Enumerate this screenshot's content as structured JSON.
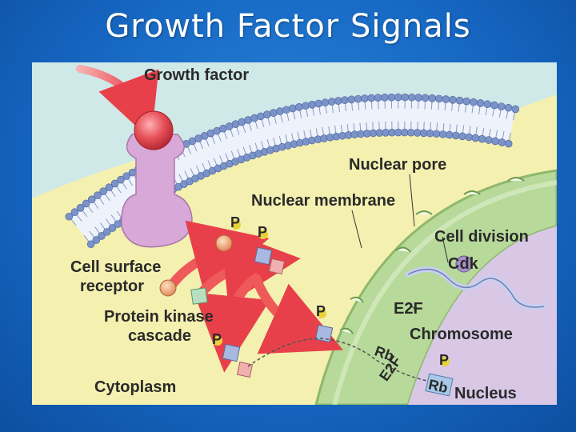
{
  "slide": {
    "title": "Growth Factor Signals"
  },
  "labels": {
    "growth_factor": "Growth factor",
    "nuclear_pore": "Nuclear pore",
    "nuclear_membrane": "Nuclear membrane",
    "cell_division": "Cell division",
    "cdk": "Cdk",
    "cell_surface_receptor_1": "Cell surface",
    "cell_surface_receptor_2": "receptor",
    "protein_kinase_1": "Protein kinase",
    "protein_kinase_2": "cascade",
    "e2f": "E2F",
    "chromosome": "Chromosome",
    "rb": "Rb",
    "rb_e2f_1": "Rb",
    "rb_e2f_2": "E2F",
    "cytoplasm": "Cytoplasm",
    "nucleus": "Nucleus",
    "phosphate": "P"
  },
  "colors": {
    "background": "#1565c0",
    "extracellular": "#cfe8e8",
    "cytoplasm": "#f4f0b0",
    "membrane_head": "#7a93c8",
    "nuclear_envelope": "#b7d99a",
    "nucleus": "#d8c8e6",
    "receptor": "#d8a8d8",
    "growth_factor": "#e8525a",
    "arrow": "#ee5a5a",
    "phosphate": "#e8d23a"
  }
}
